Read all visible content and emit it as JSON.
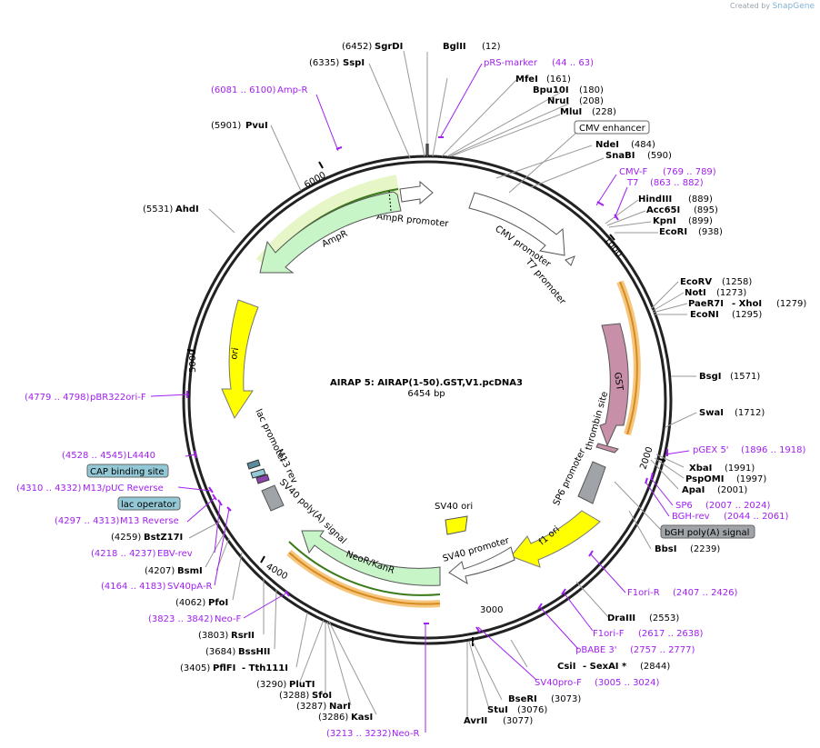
{
  "brand": {
    "created_by": "Created by",
    "app": "SnapGene"
  },
  "plasmid": {
    "name": "AIRAP 5: AIRAP(1-50).GST,V1.pcDNA3",
    "size": "6454 bp"
  },
  "ruler": [
    "1000",
    "2000",
    "3000",
    "4000",
    "5000",
    "6000"
  ],
  "colors": {
    "primer": "#a020f0",
    "orf_highlight": "#f5c77e",
    "yellow": "#ffff00",
    "green": "#c8f5c8",
    "gst": "#c78fa8",
    "grey": "#a0a4a8",
    "lac": "#93c8d6"
  },
  "sites": [
    {
      "name": "BglII",
      "pos": "(12)"
    },
    {
      "name": "MfeI",
      "pos": "(161)"
    },
    {
      "name": "Bpu10I",
      "pos": "(180)"
    },
    {
      "name": "NruI",
      "pos": "(208)"
    },
    {
      "name": "MluI",
      "pos": "(228)"
    },
    {
      "name": "NdeI",
      "pos": "(484)"
    },
    {
      "name": "SnaBI",
      "pos": "(590)"
    },
    {
      "name": "HindIII",
      "pos": "(889)"
    },
    {
      "name": "Acc65I",
      "pos": "(895)"
    },
    {
      "name": "KpnI",
      "pos": "(899)"
    },
    {
      "name": "EcoRI",
      "pos": "(938)"
    },
    {
      "name": "EcoRV",
      "pos": "(1258)"
    },
    {
      "name": "NotI",
      "pos": "(1273)"
    },
    {
      "name": "PaeR7I",
      "pos": "- XhoI",
      "extra": "(1279)"
    },
    {
      "name": "EcoNI",
      "pos": "(1295)"
    },
    {
      "name": "BsgI",
      "pos": "(1571)"
    },
    {
      "name": "SwaI",
      "pos": "(1712)"
    },
    {
      "name": "XbaI",
      "pos": "(1991)"
    },
    {
      "name": "PspOMI",
      "pos": "(1997)"
    },
    {
      "name": "ApaI",
      "pos": "(2001)"
    },
    {
      "name": "BbsI",
      "pos": "(2239)"
    },
    {
      "name": "DraIII",
      "pos": "(2553)"
    },
    {
      "name": "CsiI",
      "pos": "- SexAI *",
      "extra": "(2844)"
    },
    {
      "name": "BseRI",
      "pos": "(3073)"
    },
    {
      "name": "StuI",
      "pos": "(3076)"
    },
    {
      "name": "AvrII",
      "pos": "(3077)"
    },
    {
      "name": "SgrDI",
      "pos": "(6452)"
    },
    {
      "name": "SspI",
      "pos": "(6335)"
    },
    {
      "name": "PvuI",
      "pos": "(5901)"
    },
    {
      "name": "AhdI",
      "pos": "(5531)"
    },
    {
      "name": "BstZ17I",
      "pos": "(4259)"
    },
    {
      "name": "BsmI",
      "pos": "(4207)"
    },
    {
      "name": "PfoI",
      "pos": "(4062)"
    },
    {
      "name": "RsrII",
      "pos": "(3803)"
    },
    {
      "name": "BssHII",
      "pos": "(3684)"
    },
    {
      "name": "PflFI",
      "pos": "- Tth111I",
      "extra": "(3405)"
    },
    {
      "name": "PluTI",
      "pos": "(3290)"
    },
    {
      "name": "SfoI",
      "pos": "(3288)"
    },
    {
      "name": "NarI",
      "pos": "(3287)"
    },
    {
      "name": "KasI",
      "pos": "(3286)"
    }
  ],
  "primers": [
    {
      "name": "pRS-marker",
      "range": "(44 .. 63)"
    },
    {
      "name": "CMV-F",
      "range": "(769 .. 789)"
    },
    {
      "name": "T7",
      "range": "(863 .. 882)"
    },
    {
      "name": "pGEX 5'",
      "range": "(1896 .. 1918)"
    },
    {
      "name": "SP6",
      "range": "(2007 .. 2024)"
    },
    {
      "name": "BGH-rev",
      "range": "(2044 .. 2061)"
    },
    {
      "name": "F1ori-R",
      "range": "(2407 .. 2426)"
    },
    {
      "name": "F1ori-F",
      "range": "(2617 .. 2638)"
    },
    {
      "name": "pBABE 3'",
      "range": "(2757 .. 2777)"
    },
    {
      "name": "SV40pro-F",
      "range": "(3005 .. 3024)"
    },
    {
      "name": "Neo-R",
      "range": "(3213 .. 3232)"
    },
    {
      "name": "Neo-F",
      "range": "(3823 .. 3842)"
    },
    {
      "name": "SV40pA-R",
      "range": "(4164 .. 4183)"
    },
    {
      "name": "EBV-rev",
      "range": "(4218 .. 4237)"
    },
    {
      "name": "M13 Reverse",
      "range": "(4297 .. 4313)"
    },
    {
      "name": "M13/pUC Reverse",
      "range": "(4310 .. 4332)"
    },
    {
      "name": "L4440",
      "range": "(4528 .. 4545)"
    },
    {
      "name": "pBR322ori-F",
      "range": "(4779 .. 4798)"
    },
    {
      "name": "Amp-R",
      "range": "(6081 .. 6100)"
    }
  ],
  "boxed_labels": [
    "CMV enhancer",
    "bGH poly(A) signal",
    "CAP binding site",
    "lac operator"
  ],
  "features": [
    "AmpR promoter",
    "AmpR",
    "CMV promoter",
    "T7 promoter",
    "ori",
    "GST",
    "thrombin site",
    "SP6 promoter",
    "f1 ori",
    "SV40 ori",
    "SV40 promoter",
    "NeoR/KanR",
    "SV40 poly(A) signal",
    "M13 rev",
    "lac promoter"
  ]
}
